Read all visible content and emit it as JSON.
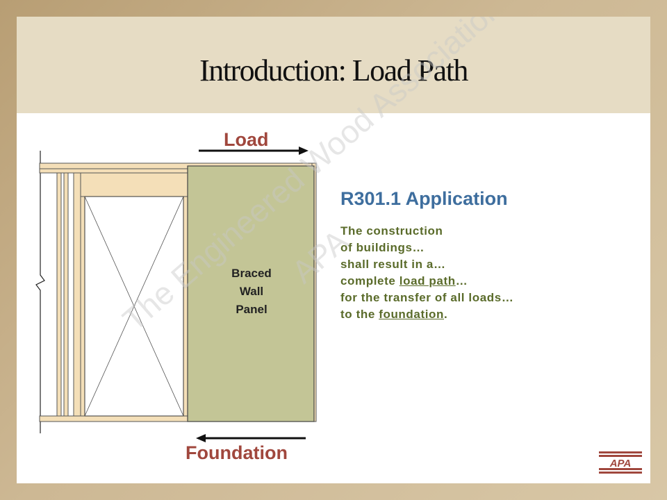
{
  "slide": {
    "title": "Introduction: Load Path"
  },
  "diagram": {
    "load_label": "Load",
    "foundation_label": "Foundation",
    "panel_label": [
      "Braced",
      "Wall",
      "Panel"
    ]
  },
  "code_excerpt": {
    "heading": "R301.1 Application",
    "line1": "The construction",
    "line2": "of buildings…",
    "line3": "shall result in a…",
    "line4_prefix": "complete ",
    "line4_link": "load path",
    "line4_suffix": "…",
    "line5": "for the transfer of all loads…",
    "line6_prefix": "to the ",
    "line6_link": "foundation",
    "line6_suffix": "."
  },
  "watermark": {
    "line1": "APA",
    "line2": "The Engineered Wood Association"
  },
  "logo": {
    "text": "APA"
  },
  "colors": {
    "label_red": "#a0473d",
    "heading_blue": "#3e6e9e",
    "body_green": "#5a6b2a",
    "panel_fill": "#c3c596",
    "stud_fill": "#f4dfb8"
  }
}
